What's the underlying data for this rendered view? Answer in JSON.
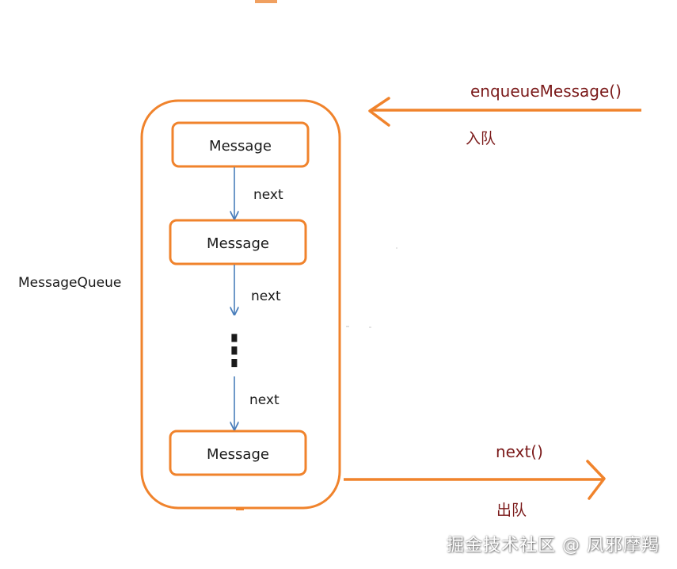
{
  "colors": {
    "orange": "#f0832c",
    "blue": "#4a7ebb",
    "text_dark": "#1a1a1a",
    "text_red": "#7b1a1a"
  },
  "queue": {
    "label": "MessageQueue",
    "messages": [
      "Message",
      "Message",
      "Message"
    ],
    "links": [
      "next",
      "next",
      "next"
    ],
    "ellipsis": "⋮"
  },
  "enqueue": {
    "method": "enqueueMessage()",
    "caption": "入队"
  },
  "dequeue": {
    "method": "next()",
    "caption": "出队"
  },
  "watermark": "掘金技术社区 @ 凤邪摩羯"
}
